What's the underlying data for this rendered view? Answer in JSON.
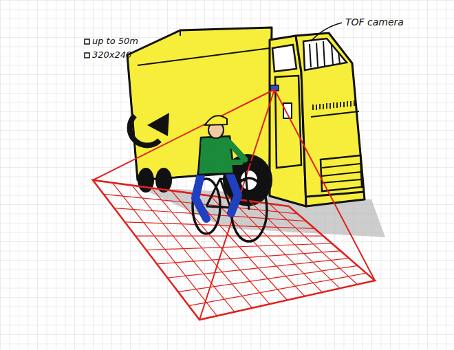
{
  "diagram": {
    "labels": [
      "TOF camera",
      "up to 50m",
      "320x240"
    ]
  }
}
